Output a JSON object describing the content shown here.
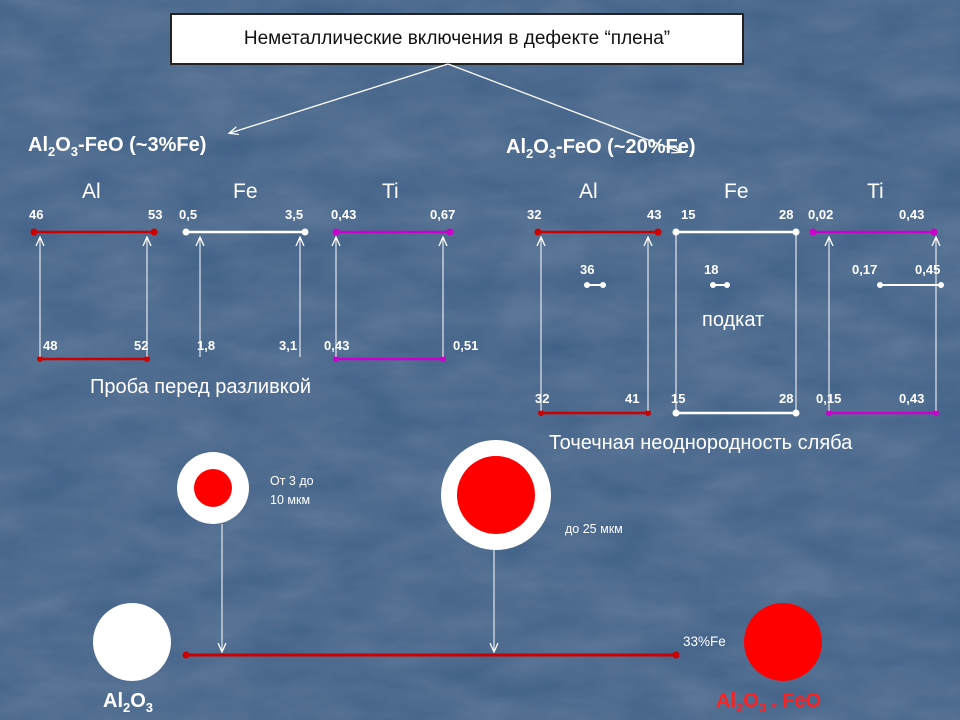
{
  "title": "Неметаллические включения в дефекте “плена”",
  "left": {
    "heading_prefix": "Al",
    "heading_sub1": "2",
    "heading_mid": "O",
    "heading_sub2": "3",
    "heading_rest": "-FeO (~3%Fe)",
    "elements": [
      "Al",
      "Fe",
      "Ti"
    ],
    "al_top": [
      "46",
      "53"
    ],
    "al_bottom": [
      "48",
      "52"
    ],
    "fe_top": [
      "0,5",
      "3,5"
    ],
    "fe_bottom": [
      "1,8",
      "3,1"
    ],
    "ti_top": [
      "0,43",
      "0,67"
    ],
    "ti_bottom": [
      "0,43",
      "0,51"
    ],
    "caption": "Проба перед разливкой"
  },
  "right": {
    "heading_prefix": "Al",
    "heading_sub1": "2",
    "heading_mid": "O",
    "heading_sub2": "3",
    "heading_rest": "-FeO (~20%Fe)",
    "elements": [
      "Al",
      "Fe",
      "Ti"
    ],
    "al_top": [
      "32",
      "43"
    ],
    "al_mid": "36",
    "al_bottom": [
      "32",
      "41"
    ],
    "fe_top": [
      "15",
      "28"
    ],
    "fe_mid": "18",
    "fe_bottom": [
      "15",
      "28"
    ],
    "ti_top": [
      "0,02",
      "0,43"
    ],
    "ti_mid": [
      "0,17",
      "0,45"
    ],
    "ti_bottom": [
      "0,15",
      "0,43"
    ],
    "podkat": "подкат",
    "caption": "Точечная неоднородность сляба"
  },
  "bottom": {
    "size1_line1": "От 3 до",
    "size1_line2": "10 мкм",
    "size2": "до 25 мкм",
    "fe_percent": "33%Fe",
    "al2o3": {
      "a": "Al",
      "s1": "2",
      "b": "O",
      "s2": "3"
    },
    "al2o3feo": {
      "a": "Al",
      "s1": "2",
      "b": "O",
      "s2": "3",
      "c": " ",
      "star": "*",
      "d": " FeO"
    }
  },
  "colors": {
    "background": "#3f5f86",
    "al_line": "#cc0000",
    "fe_line": "#ffffff",
    "ti_line": "#cc00cc",
    "inclusion_red": "#ff0000",
    "feo_label": "#ff2020"
  }
}
